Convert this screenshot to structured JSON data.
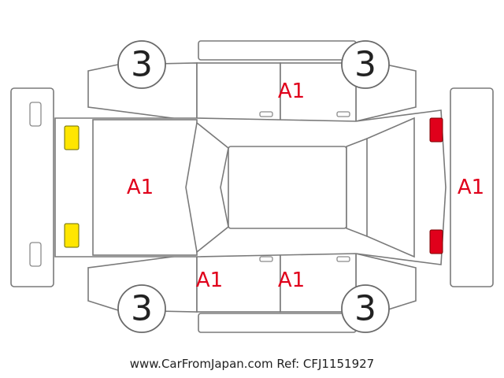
{
  "colors": {
    "damage_code": "#e0001b",
    "lamp_front": "#ffe600",
    "lamp_rear": "#e0001b",
    "outline": "#7a7a7a"
  },
  "wheels": {
    "front_left": "3",
    "rear_left": "3",
    "front_right": "3",
    "rear_right": "3"
  },
  "damage": {
    "hood": "A1",
    "roof_side_top": "A1",
    "rear_bumper": "A1",
    "door_lower_front": "A1",
    "door_lower_rear": "A1"
  },
  "footer": {
    "text": "www.CarFromJapan.com Ref: CFJ1151927"
  }
}
